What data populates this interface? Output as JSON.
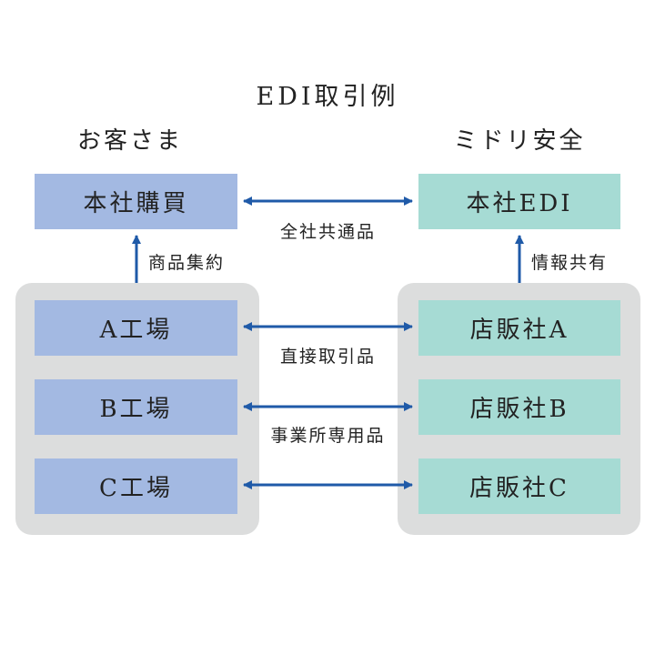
{
  "title": "EDI取引例",
  "customer_label": "お客さま",
  "supplier_label": "ミドリ安全",
  "customer": {
    "hq": "本社購買",
    "factories": [
      "A工場",
      "B工場",
      "C工場"
    ]
  },
  "supplier": {
    "hq": "本社EDI",
    "stores": [
      "店販社A",
      "店販社B",
      "店販社C"
    ]
  },
  "links": {
    "hq": "全社共通品",
    "a": "直接取引品",
    "b": "事業所専用品",
    "left_up": "商品集約",
    "right_up": "情報共有"
  },
  "colors": {
    "customer_box": "#a3b9e2",
    "supplier_box": "#a6dbd4",
    "group_bg": "#dcdddd",
    "arrow": "#1f5aa8"
  }
}
